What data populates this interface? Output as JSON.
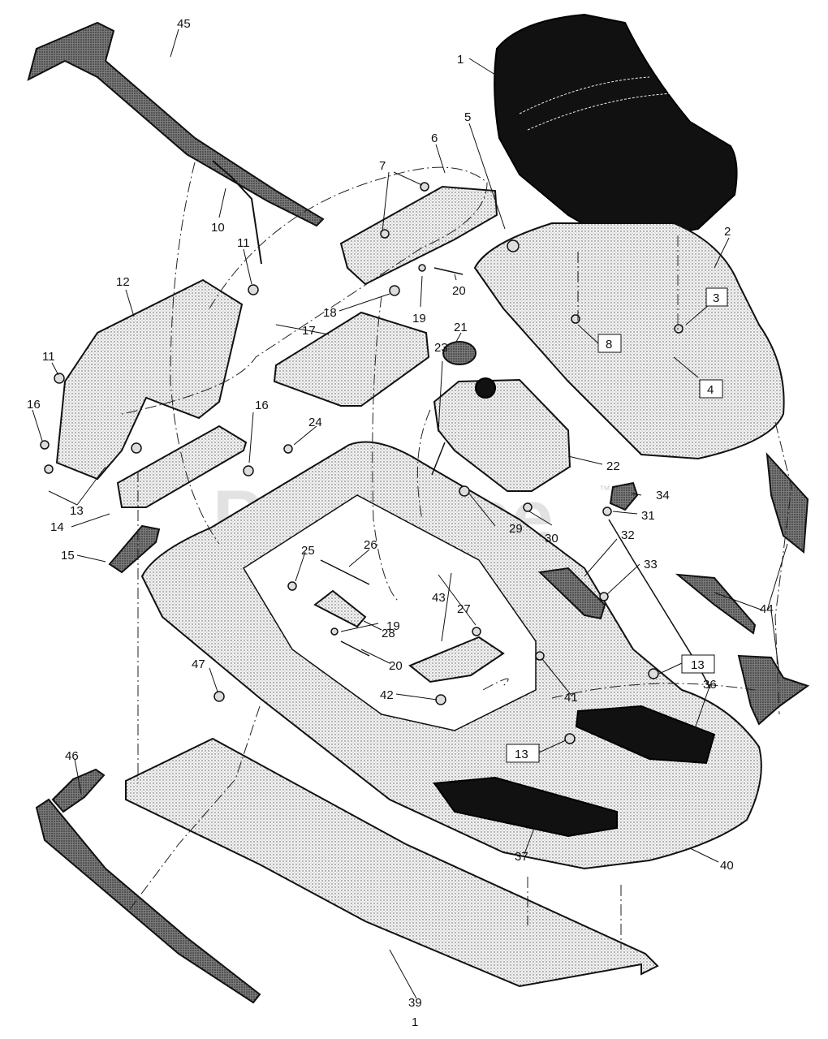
{
  "diagram": {
    "watermark": "PartsTree",
    "watermark_mark": "™",
    "page_number": "1",
    "callouts": [
      {
        "id": "c1",
        "label": "1",
        "boxed": false
      },
      {
        "id": "c2",
        "label": "2",
        "boxed": false
      },
      {
        "id": "c3",
        "label": "3",
        "boxed": true
      },
      {
        "id": "c4",
        "label": "4",
        "boxed": true
      },
      {
        "id": "c5",
        "label": "5",
        "boxed": false
      },
      {
        "id": "c6",
        "label": "6",
        "boxed": false
      },
      {
        "id": "c7",
        "label": "7",
        "boxed": false
      },
      {
        "id": "c8",
        "label": "8",
        "boxed": true
      },
      {
        "id": "c10",
        "label": "10",
        "boxed": false
      },
      {
        "id": "c11a",
        "label": "11",
        "boxed": false
      },
      {
        "id": "c11b",
        "label": "11",
        "boxed": false
      },
      {
        "id": "c12",
        "label": "12",
        "boxed": false
      },
      {
        "id": "c13a",
        "label": "13",
        "boxed": false
      },
      {
        "id": "c13b",
        "label": "13",
        "boxed": true
      },
      {
        "id": "c13c",
        "label": "13",
        "boxed": true
      },
      {
        "id": "c14",
        "label": "14",
        "boxed": false
      },
      {
        "id": "c15",
        "label": "15",
        "boxed": false
      },
      {
        "id": "c16a",
        "label": "16",
        "boxed": false
      },
      {
        "id": "c16b",
        "label": "16",
        "boxed": false
      },
      {
        "id": "c17",
        "label": "17",
        "boxed": false
      },
      {
        "id": "c18",
        "label": "18",
        "boxed": false
      },
      {
        "id": "c19a",
        "label": "19",
        "boxed": false
      },
      {
        "id": "c19b",
        "label": "19",
        "boxed": false
      },
      {
        "id": "c20a",
        "label": "20",
        "boxed": false
      },
      {
        "id": "c20b",
        "label": "20",
        "boxed": false
      },
      {
        "id": "c21",
        "label": "21",
        "boxed": false
      },
      {
        "id": "c22",
        "label": "22",
        "boxed": false
      },
      {
        "id": "c23",
        "label": "23",
        "boxed": false
      },
      {
        "id": "c24",
        "label": "24",
        "boxed": false
      },
      {
        "id": "c25",
        "label": "25",
        "boxed": false
      },
      {
        "id": "c26",
        "label": "26",
        "boxed": false
      },
      {
        "id": "c27",
        "label": "27",
        "boxed": false
      },
      {
        "id": "c28",
        "label": "28",
        "boxed": false
      },
      {
        "id": "c29",
        "label": "29",
        "boxed": false
      },
      {
        "id": "c30",
        "label": "30",
        "boxed": false
      },
      {
        "id": "c31",
        "label": "31",
        "boxed": false
      },
      {
        "id": "c32",
        "label": "32",
        "boxed": false
      },
      {
        "id": "c33",
        "label": "33",
        "boxed": false
      },
      {
        "id": "c34",
        "label": "34",
        "boxed": false
      },
      {
        "id": "c36",
        "label": "36",
        "boxed": false
      },
      {
        "id": "c37",
        "label": "37",
        "boxed": false
      },
      {
        "id": "c39",
        "label": "39",
        "boxed": false
      },
      {
        "id": "c40",
        "label": "40",
        "boxed": false
      },
      {
        "id": "c41",
        "label": "41",
        "boxed": false
      },
      {
        "id": "c42",
        "label": "42",
        "boxed": false
      },
      {
        "id": "c43",
        "label": "43",
        "boxed": false
      },
      {
        "id": "c44",
        "label": "44",
        "boxed": false
      },
      {
        "id": "c45",
        "label": "45",
        "boxed": false
      },
      {
        "id": "c46",
        "label": "46",
        "boxed": false
      },
      {
        "id": "c47",
        "label": "47",
        "boxed": false
      }
    ]
  }
}
